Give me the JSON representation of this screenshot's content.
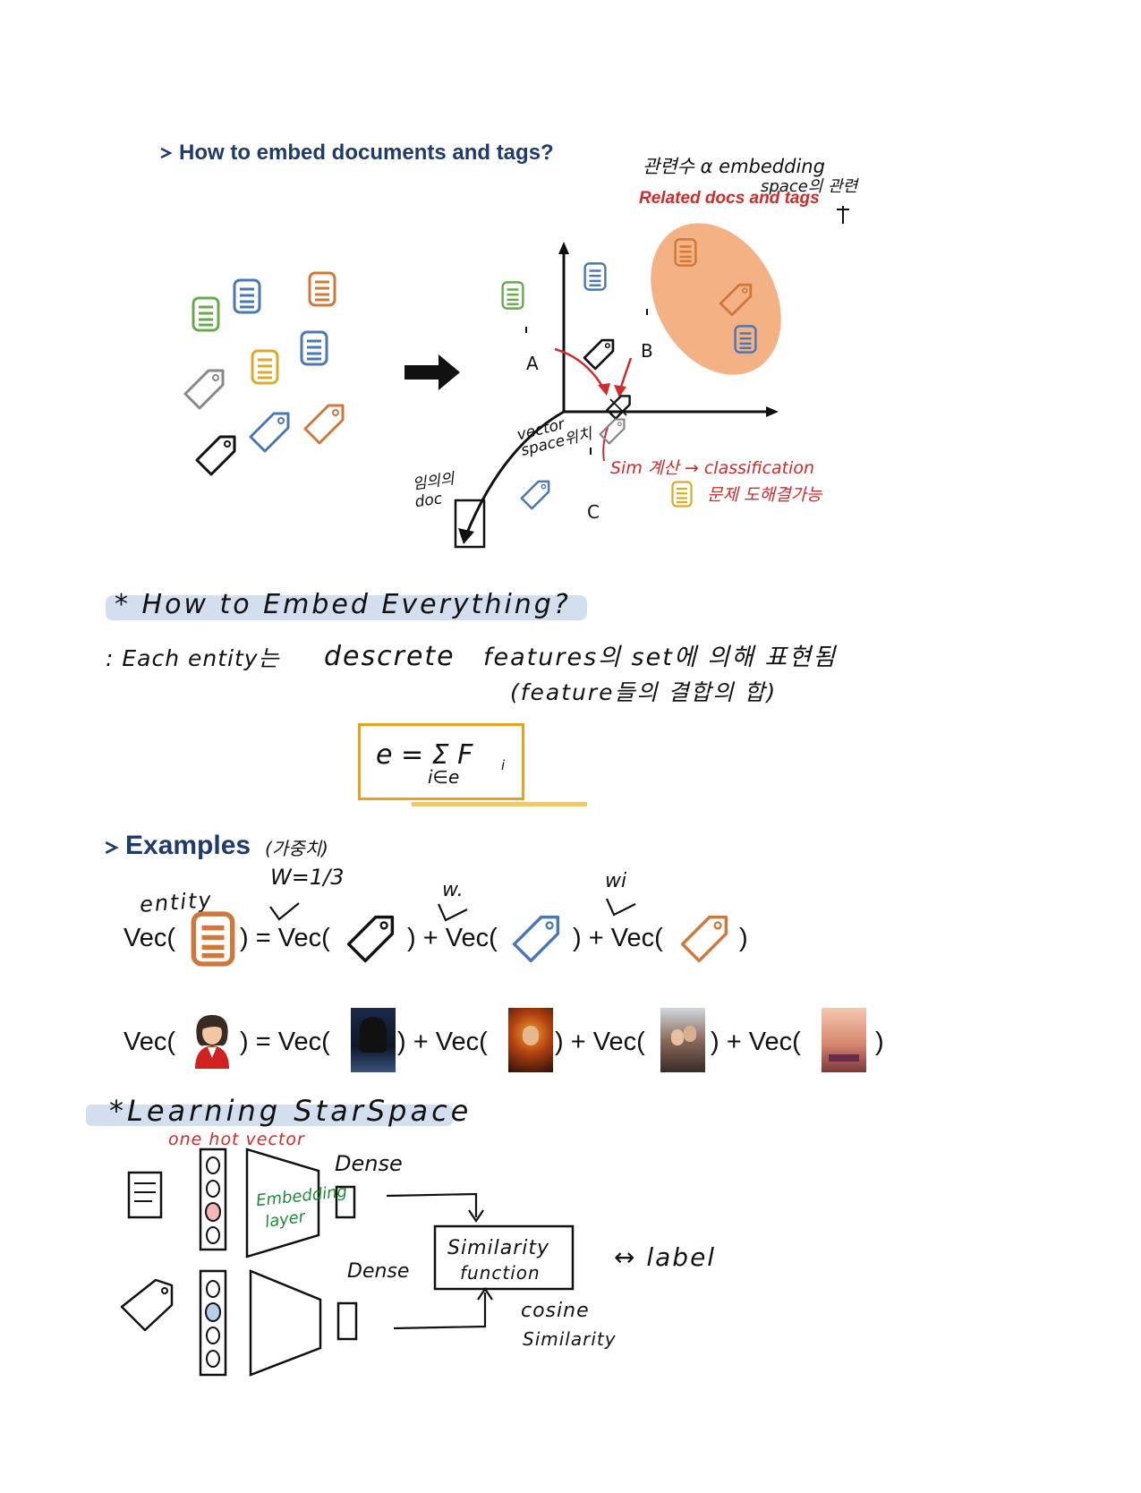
{
  "header": {
    "title": "How to embed documents and tags?",
    "related_label": "Related docs and tags",
    "note_top": "관련수 α embedding",
    "note_top2": "space의 관련"
  },
  "diagram": {
    "label_a": "A",
    "label_b": "B",
    "label_c": "C",
    "vector_space_note": "vector space위치",
    "random_doc_note": "임의의 doc",
    "sim_note": "Sim 계산 → classification",
    "sim_note2": "문제 도해결가능"
  },
  "section_everything": {
    "heading": "* How to Embed Everything?",
    "line1_a": ": Each entity는",
    "line1_b": "descrete",
    "line1_c": "features의 set에 의해 표현됨",
    "line2": "(feature들의 결합의 합)",
    "formula_main": "e = Σ F",
    "formula_sub": "i∈e",
    "formula_idx": "i"
  },
  "examples": {
    "title": "Examples",
    "weight_note": "(가중치)",
    "weight_eq": "W=1/3",
    "entity_note": "entity",
    "w_note_1": "w.",
    "w_note_2": "wi",
    "vec_open": "Vec(",
    "eq_open": ") = Vec(",
    "plus_open": ") + Vec(",
    "close": ")"
  },
  "learning": {
    "heading": "*Learning StarSpace",
    "one_hot": "one hot vector",
    "dense_1": "Dense",
    "dense_2": "Dense",
    "embedding_layer_1": "Embedding",
    "embedding_layer_2": "layer",
    "similarity_1": "Similarity",
    "similarity_2": "function",
    "label": "↔ label",
    "cosine_1": "cosine",
    "cosine_2": "Similarity"
  },
  "colors": {
    "green": "#6aa84f",
    "blue": "#4a78b5",
    "orange": "#d0783a",
    "yellow": "#d9ab2a",
    "gray": "#888888",
    "ellipse": "#f3b184",
    "highlight": "#c8d6ea",
    "formula_border": "#e8a21a",
    "title": "#1f3a6b",
    "red": "#d12a2a"
  }
}
